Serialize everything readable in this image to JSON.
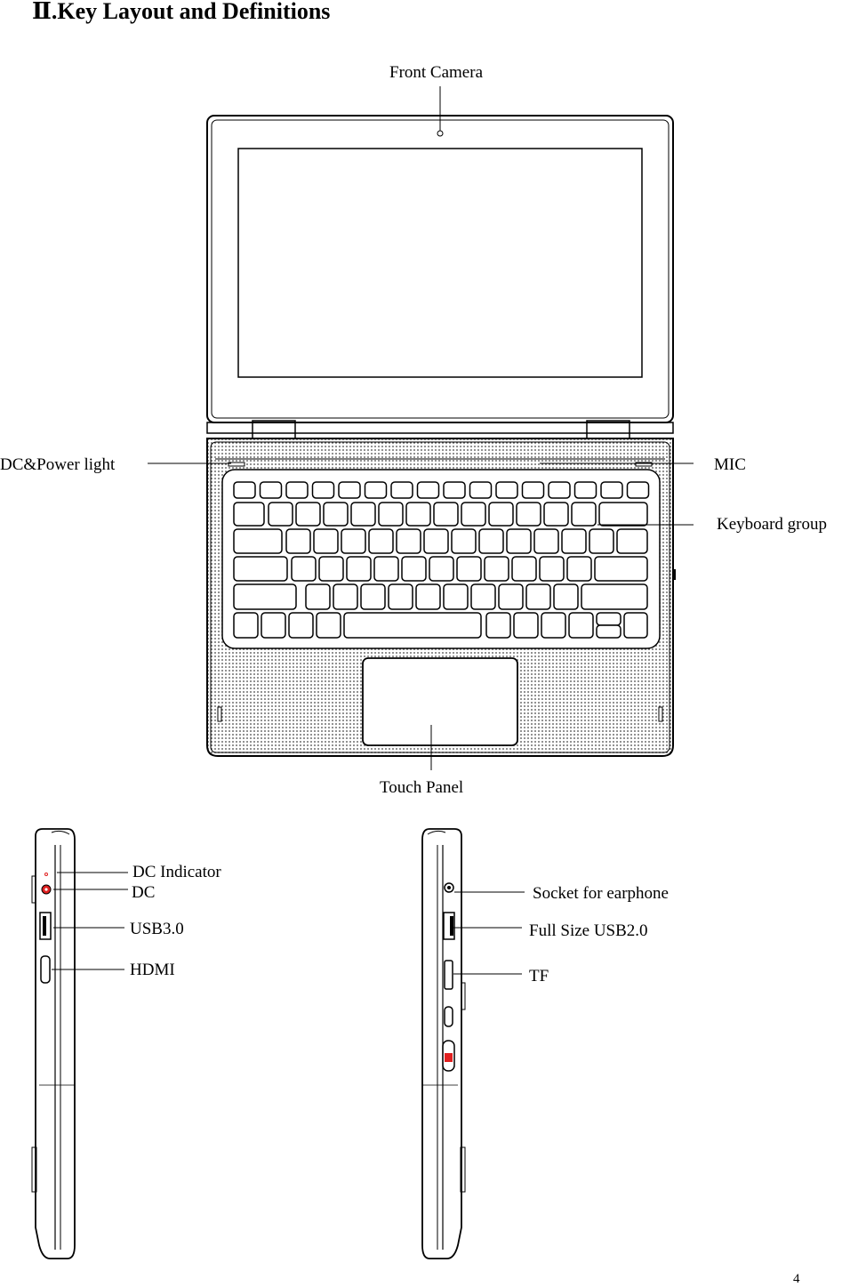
{
  "heading": "Ⅱ.Key Layout and Definitions",
  "labels": {
    "front_camera": "Front Camera",
    "dc_power_light": "DC&Power light",
    "mic": "MIC",
    "keyboard_group": "Keyboard group",
    "touch_panel": "Touch Panel",
    "dc_indicator": "DC Indicator",
    "dc": "DC",
    "usb30": "USB3.0",
    "hdmi": "HDMI",
    "socket_earphone": "Socket for earphone",
    "usb20": "Full Size USB2.0",
    "tf": "TF"
  },
  "page_number": "4",
  "colors": {
    "dc_port": "#e02020",
    "switch": "#e02020",
    "line": "#000000"
  }
}
